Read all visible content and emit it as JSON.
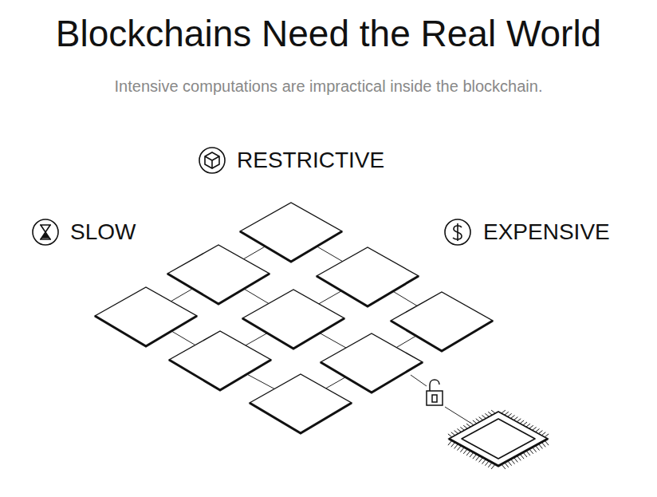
{
  "diagram": {
    "title": "Blockchains Need the Real World",
    "labels": [
      "Intensive computations are impractical inside the blockchain.",
      "RESTRICTIVE",
      "SLOW",
      "EXPENSIVE"
    ]
  }
}
